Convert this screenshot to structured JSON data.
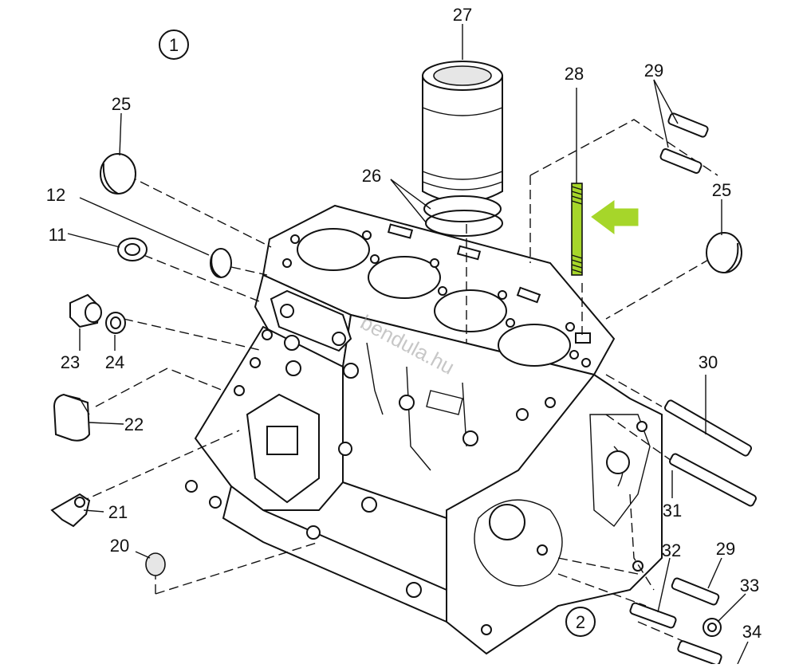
{
  "callouts": {
    "c1": "1",
    "c2": "2"
  },
  "parts": {
    "p11": "11",
    "p12": "12",
    "p20": "20",
    "p21": "21",
    "p22": "22",
    "p23": "23",
    "p24": "24",
    "p25a": "25",
    "p25b": "25",
    "p26": "26",
    "p27": "27",
    "p28": "28",
    "p29a": "29",
    "p29b": "29",
    "p30": "30",
    "p31": "31",
    "p32": "32",
    "p33": "33",
    "p34": "34"
  },
  "watermark": "bendula.hu",
  "highlight": {
    "part": "28",
    "color": "#a6d62a",
    "arrow_color": "#a6d62a"
  }
}
